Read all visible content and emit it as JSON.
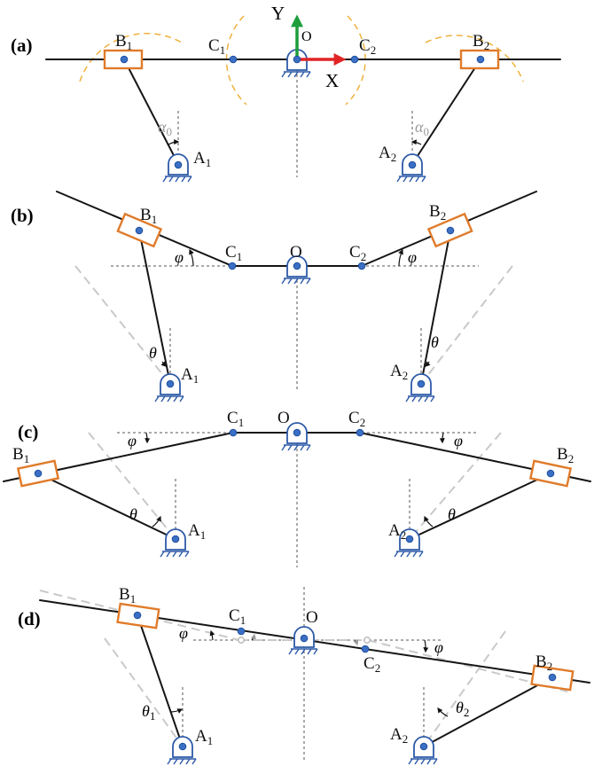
{
  "panels": {
    "a": "(a)",
    "b": "(b)",
    "c": "(c)",
    "d": "(d)"
  },
  "axes": {
    "y": "Y",
    "x": "X",
    "origin": "O",
    "y_color": "#1e9e3a",
    "x_color": "#e02424"
  },
  "points": {
    "B": "B",
    "C": "C",
    "A": "A",
    "O": "O",
    "sub1": "1",
    "sub2": "2"
  },
  "angles": {
    "alpha": "α",
    "alpha_sub": "0",
    "phi": "φ",
    "theta": "θ",
    "theta_sub1": "1",
    "theta_sub2": "2"
  },
  "colors": {
    "slider": "#e07b2a",
    "joint": "#3a6fc4",
    "arc": "#f0b13c",
    "ghost": "#c9c9c9"
  }
}
